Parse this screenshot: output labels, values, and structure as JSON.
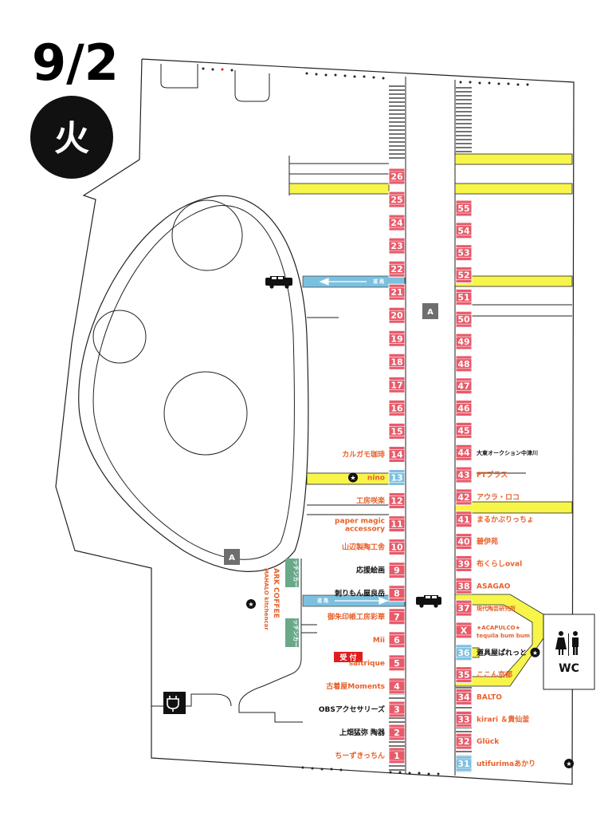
{
  "header": {
    "date": "9/2",
    "day": "火"
  },
  "colors": {
    "booth_red": "#e85a6a",
    "booth_blue": "#7cc0e0",
    "label_orange": "#e8602a",
    "label_black": "#111111",
    "road_yellow": "#f7f54a",
    "road_blue": "#7cc0e0",
    "marker_gray": "#6e6e6e",
    "marker_green": "#6aa88a",
    "reception_red": "#e01e1e"
  },
  "markers": {
    "a_label": "A",
    "wc_label": "WC",
    "reception_label": "受 付",
    "road_label": "道 路"
  },
  "green_signs": [
    "キッチンカーB",
    "キッチンカーA"
  ],
  "ark_coffee": {
    "name": "ARK COFFEE",
    "sub": "MAHALO kitchencar"
  },
  "left_booths": [
    {
      "id": "26",
      "label": "",
      "color": "red",
      "star": false
    },
    {
      "id": "25",
      "label": "",
      "color": "red",
      "star": false
    },
    {
      "id": "24",
      "label": "",
      "color": "red",
      "star": false
    },
    {
      "id": "23",
      "label": "",
      "color": "red",
      "star": false
    },
    {
      "id": "22",
      "label": "",
      "color": "red",
      "star": false
    },
    {
      "id": "21",
      "label": "",
      "color": "red",
      "star": false
    },
    {
      "id": "20",
      "label": "",
      "color": "red",
      "star": false
    },
    {
      "id": "19",
      "label": "",
      "color": "red",
      "star": false
    },
    {
      "id": "18",
      "label": "",
      "color": "red",
      "star": false
    },
    {
      "id": "17",
      "label": "",
      "color": "red",
      "star": false
    },
    {
      "id": "16",
      "label": "",
      "color": "red",
      "star": false
    },
    {
      "id": "15",
      "label": "",
      "color": "red",
      "star": false
    },
    {
      "id": "14",
      "label": "カルガモ珈琲",
      "color": "orange",
      "star": false
    },
    {
      "id": "13",
      "label": "nino",
      "color": "orange",
      "star": true,
      "blue": true
    },
    {
      "id": "12",
      "label": "工房咲楽",
      "color": "orange",
      "star": false
    },
    {
      "id": "11",
      "label": "paper magic",
      "label2": "accessory",
      "color": "orange",
      "star": false
    },
    {
      "id": "10",
      "label": "山辺製陶工舎",
      "color": "orange",
      "star": false
    },
    {
      "id": "9",
      "label": "応援絵画",
      "color": "black",
      "star": false
    },
    {
      "id": "8",
      "label": "刺りもん屋良岳",
      "color": "black",
      "star": false
    },
    {
      "id": "7",
      "label": "御朱印帳工房彩華",
      "color": "orange",
      "star": false
    },
    {
      "id": "6",
      "label": "Mii",
      "color": "orange",
      "star": false
    },
    {
      "id": "5",
      "label": "saitrique",
      "color": "orange",
      "star": false
    },
    {
      "id": "4",
      "label": "古着屋Moments",
      "color": "orange",
      "star": false
    },
    {
      "id": "3",
      "label": "OBSアクセサリーズ",
      "color": "black",
      "star": false
    },
    {
      "id": "2",
      "label": "上畑猛弥 陶器",
      "color": "black",
      "star": false
    },
    {
      "id": "1",
      "label": "ちーずきっちん",
      "color": "orange",
      "star": false
    }
  ],
  "right_booths": [
    {
      "id": "55",
      "label": "",
      "color": "red",
      "star": false
    },
    {
      "id": "54",
      "label": "",
      "color": "red",
      "star": false
    },
    {
      "id": "53",
      "label": "",
      "color": "red",
      "star": false
    },
    {
      "id": "52",
      "label": "",
      "color": "red",
      "star": false
    },
    {
      "id": "51",
      "label": "",
      "color": "red",
      "star": false
    },
    {
      "id": "50",
      "label": "",
      "color": "red",
      "star": false
    },
    {
      "id": "49",
      "label": "",
      "color": "red",
      "star": false
    },
    {
      "id": "48",
      "label": "",
      "color": "red",
      "star": false
    },
    {
      "id": "47",
      "label": "",
      "color": "red",
      "star": false
    },
    {
      "id": "46",
      "label": "",
      "color": "red",
      "star": false
    },
    {
      "id": "45",
      "label": "",
      "color": "red",
      "star": false
    },
    {
      "id": "44",
      "label": "大東オークション中津川",
      "color": "black",
      "star": false
    },
    {
      "id": "43",
      "label": "FTプラス",
      "color": "orange",
      "star": false
    },
    {
      "id": "42",
      "label": "アウラ・ロコ",
      "color": "orange",
      "star": false
    },
    {
      "id": "41",
      "label": "まるかぶりっちょ",
      "color": "orange",
      "star": false
    },
    {
      "id": "40",
      "label": "碧伊苑",
      "color": "orange",
      "star": false
    },
    {
      "id": "39",
      "label": "布くらしoval",
      "color": "orange",
      "star": false
    },
    {
      "id": "38",
      "label": "ASAGAO",
      "color": "orange",
      "star": false
    },
    {
      "id": "37",
      "label": "現代陶芸研究所",
      "color": "orange",
      "star": false
    },
    {
      "id": "X",
      "label": "★ACAPULCO★",
      "label2": "tequila bum bum",
      "color": "orange",
      "star": false
    },
    {
      "id": "36",
      "label": "道具屋ぱれっと",
      "color": "black",
      "star": true,
      "blue": true
    },
    {
      "id": "35",
      "label": "ここん京都",
      "color": "orange",
      "star": false
    },
    {
      "id": "34",
      "label": "BALTO",
      "color": "orange",
      "star": false
    },
    {
      "id": "33",
      "label": "kirari ＆貴仙釜",
      "color": "orange",
      "star": false
    },
    {
      "id": "32",
      "label": "Glück",
      "color": "orange",
      "star": false
    },
    {
      "id": "31",
      "label": "utifurimaあかり",
      "color": "orange",
      "star": true,
      "blue": true
    }
  ]
}
